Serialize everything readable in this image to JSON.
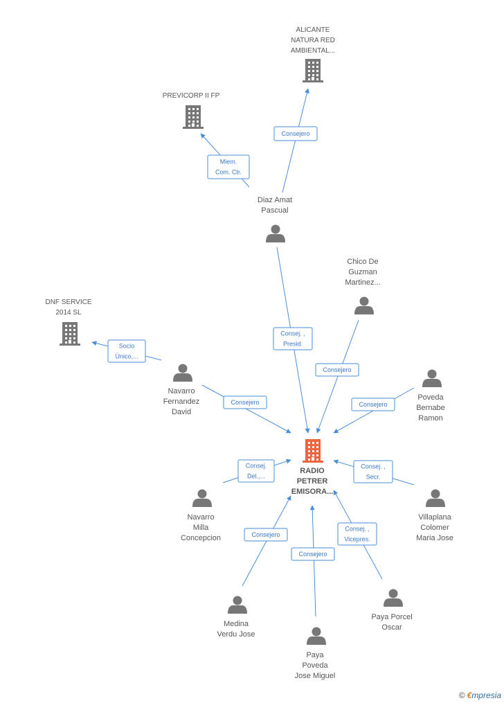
{
  "nodes": [
    {
      "id": "alicante",
      "type": "company",
      "lines": [
        "ALICANTE",
        "NATURA RED",
        "AMBIENTAL..."
      ],
      "small": true
    },
    {
      "id": "previcorp",
      "type": "company",
      "lines": [
        "PREVICORP II FP"
      ],
      "small": true
    },
    {
      "id": "diaz",
      "type": "person",
      "lines": [
        "Diaz Amat",
        "Pascual"
      ]
    },
    {
      "id": "chico",
      "type": "person",
      "lines": [
        "Chico De",
        "Guzman",
        "Martinez..."
      ]
    },
    {
      "id": "dnf",
      "type": "company",
      "lines": [
        "DNF SERVICE",
        "2014  SL"
      ],
      "small": true
    },
    {
      "id": "navfer",
      "type": "person",
      "lines": [
        "Navarro",
        "Fernandez",
        "David"
      ]
    },
    {
      "id": "poveda",
      "type": "person",
      "lines": [
        "Poveda",
        "Bernabe",
        "Ramon"
      ]
    },
    {
      "id": "radio",
      "type": "main",
      "lines": [
        "RADIO",
        "PETRER",
        "EMISORA..."
      ]
    },
    {
      "id": "navmil",
      "type": "person",
      "lines": [
        "Navarro",
        "Milla",
        "Concepcion"
      ]
    },
    {
      "id": "villa",
      "type": "person",
      "lines": [
        "Villaplana",
        "Colomer",
        "Maria Jose"
      ]
    },
    {
      "id": "medina",
      "type": "person",
      "lines": [
        "Medina",
        "Verdu Jose"
      ]
    },
    {
      "id": "payap",
      "type": "person",
      "lines": [
        "Paya Porcel",
        "Oscar"
      ]
    },
    {
      "id": "payapov",
      "type": "person",
      "lines": [
        "Paya",
        "Poveda",
        "Jose Miguel"
      ]
    }
  ],
  "edges": [
    {
      "id": "e1",
      "lines": [
        "Consejero"
      ]
    },
    {
      "id": "e2",
      "lines": [
        "Miem.",
        "Com. Ctr."
      ]
    },
    {
      "id": "e3",
      "lines": [
        "Consej. ,",
        "Presid."
      ]
    },
    {
      "id": "e4",
      "lines": [
        "Consejero"
      ]
    },
    {
      "id": "e5",
      "lines": [
        "Socio",
        "Único,..."
      ]
    },
    {
      "id": "e6",
      "lines": [
        "Consejero"
      ]
    },
    {
      "id": "e7",
      "lines": [
        "Consejero"
      ]
    },
    {
      "id": "e8",
      "lines": [
        "Consej.",
        "Del.,..."
      ]
    },
    {
      "id": "e9",
      "lines": [
        "Consej. ,",
        "Secr."
      ]
    },
    {
      "id": "e10",
      "lines": [
        "Consejero"
      ]
    },
    {
      "id": "e11",
      "lines": [
        "Consejero"
      ]
    },
    {
      "id": "e12",
      "lines": [
        "Consej. ,",
        "Vicepres."
      ]
    }
  ],
  "colors": {
    "edge": "#4a8ed8",
    "company_icon": "#777777",
    "main_icon": "#f0643c",
    "person_icon": "#777777"
  },
  "branding": {
    "copyright": "©",
    "name_first": "€",
    "name_rest": "mpresia"
  }
}
